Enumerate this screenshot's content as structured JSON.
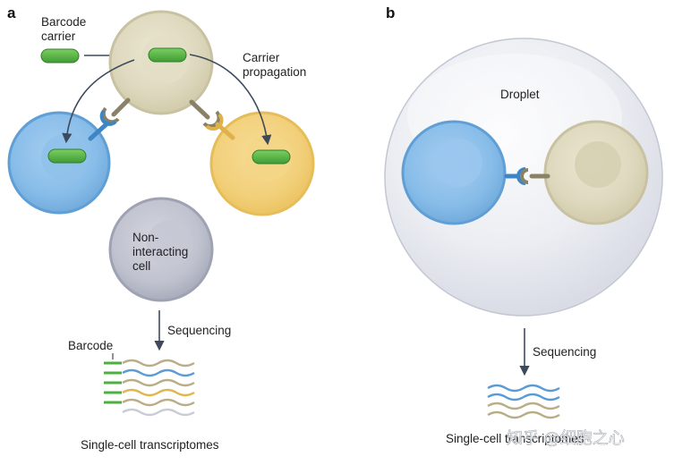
{
  "panel_a": {
    "letter": "a",
    "barcode_carrier_label": [
      "Barcode",
      "carrier"
    ],
    "carrier_propagation_label": [
      "Carrier",
      "propagation"
    ],
    "non_interacting_label": [
      "Non-",
      "interacting",
      "cell"
    ],
    "sequencing_label": "Sequencing",
    "barcode_label": "Barcode",
    "transcriptomes_label": "Single-cell transcriptomes"
  },
  "panel_b": {
    "letter": "b",
    "droplet_label": "Droplet",
    "sequencing_label": "Sequencing",
    "transcriptomes_label": "Single-cell transcriptomes"
  },
  "watermark": "知乎 @细胞之心",
  "colors": {
    "blue_cell": "#7fb6e4",
    "beige_cell": "#d9d3b6",
    "yellow_cell": "#f0cd72",
    "gray_cell": "#b7bac7",
    "barcode_green": "#4caf3f",
    "arrow": "#3d4a5c"
  }
}
